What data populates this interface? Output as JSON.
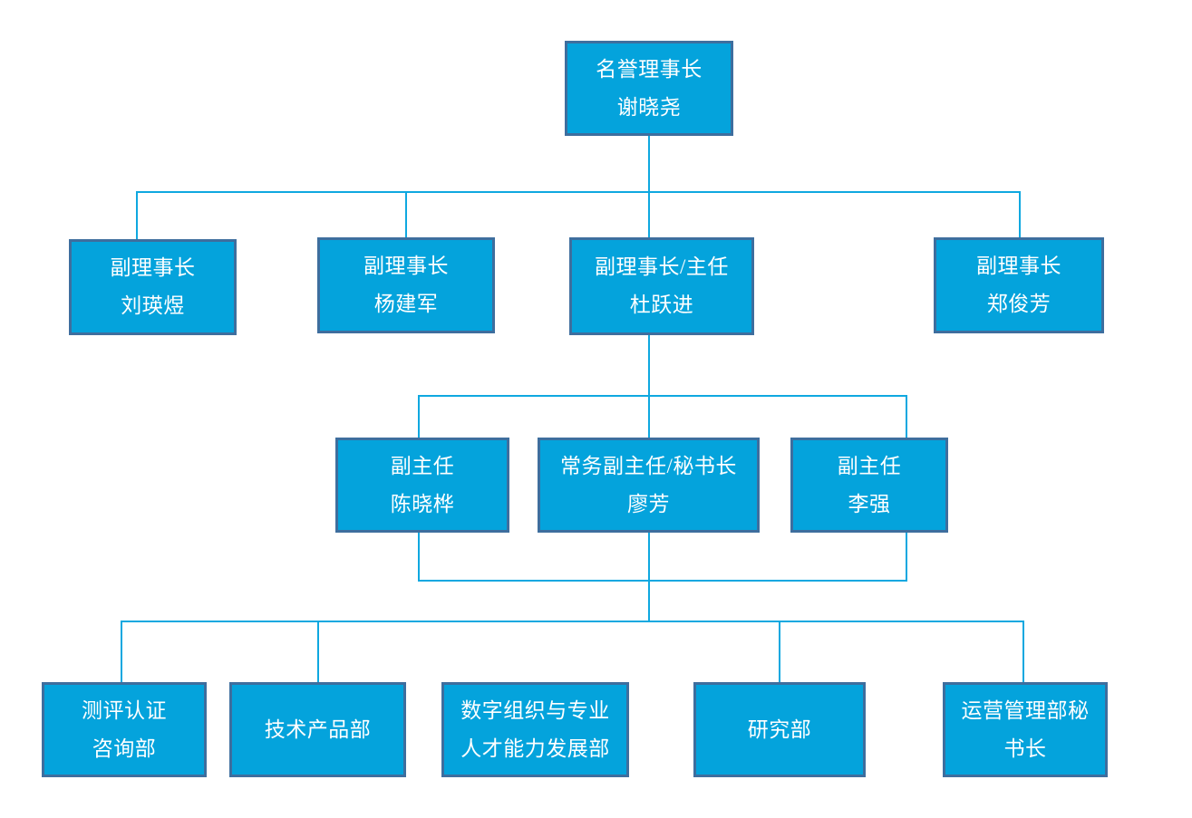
{
  "chart_data": {
    "type": "diagram",
    "diagram_type": "organization-chart",
    "title": "",
    "theme": {
      "node_fill": "#04A3DC",
      "node_border": "#3E6E9E",
      "connector": "#0FA8E0",
      "text": "#FFFFFF",
      "background": "#FFFFFF"
    },
    "levels": [
      {
        "level": 1,
        "nodes": [
          {
            "id": "n1",
            "title": "名誉理事长",
            "person": "谢晓尧"
          }
        ]
      },
      {
        "level": 2,
        "nodes": [
          {
            "id": "n2",
            "title": "副理事长",
            "person": "刘瑛煜"
          },
          {
            "id": "n3",
            "title": "副理事长",
            "person": "杨建军"
          },
          {
            "id": "n4",
            "title": "副理事长/主任",
            "person": "杜跃进"
          },
          {
            "id": "n5",
            "title": "副理事长",
            "person": "郑俊芳"
          }
        ]
      },
      {
        "level": 3,
        "nodes": [
          {
            "id": "n6",
            "title": "副主任",
            "person": "陈晓桦"
          },
          {
            "id": "n7",
            "title": "常务副主任/秘书长",
            "person": "廖芳"
          },
          {
            "id": "n8",
            "title": "副主任",
            "person": "李强"
          }
        ]
      },
      {
        "level": 4,
        "nodes": [
          {
            "id": "n9",
            "title": "测评认证",
            "person": "咨询部"
          },
          {
            "id": "n10",
            "title": "技术产品部",
            "person": ""
          },
          {
            "id": "n11",
            "title": "数字组织与专业",
            "person": "人才能力发展部"
          },
          {
            "id": "n12",
            "title": "研究部",
            "person": ""
          },
          {
            "id": "n13",
            "title": "运营管理部秘",
            "person": "书长"
          }
        ]
      }
    ],
    "edges": [
      {
        "from": "n1",
        "to": "n2"
      },
      {
        "from": "n1",
        "to": "n3"
      },
      {
        "from": "n1",
        "to": "n4"
      },
      {
        "from": "n1",
        "to": "n5"
      },
      {
        "from": "n4",
        "to": "n6"
      },
      {
        "from": "n4",
        "to": "n7"
      },
      {
        "from": "n4",
        "to": "n8"
      },
      {
        "from": "n6",
        "to": "n9"
      },
      {
        "from": "n6",
        "to": "n10"
      },
      {
        "from": "n6",
        "to": "n12"
      },
      {
        "from": "n6",
        "to": "n13"
      }
    ]
  },
  "nodes": {
    "honorary_chairman": {
      "title": "名誉理事长",
      "person": "谢晓尧"
    },
    "vice_chairman_1": {
      "title": "副理事长",
      "person": "刘瑛煜"
    },
    "vice_chairman_2": {
      "title": "副理事长",
      "person": "杨建军"
    },
    "vice_chairman_director": {
      "title": "副理事长/主任",
      "person": "杜跃进"
    },
    "vice_chairman_4": {
      "title": "副理事长",
      "person": "郑俊芳"
    },
    "deputy_director_1": {
      "title": "副主任",
      "person": "陈晓桦"
    },
    "executive_deputy_director": {
      "title": "常务副主任/秘书长",
      "person": "廖芳"
    },
    "deputy_director_2": {
      "title": "副主任",
      "person": "李强"
    },
    "dept_evaluation": {
      "title": "测评认证",
      "person": "咨询部"
    },
    "dept_tech_product": {
      "title": "技术产品部",
      "person": ""
    },
    "dept_digital_talent": {
      "title": "数字组织与专业",
      "person": "人才能力发展部"
    },
    "dept_research": {
      "title": "研究部",
      "person": ""
    },
    "dept_operations": {
      "title": "运营管理部秘",
      "person": "书长"
    }
  }
}
